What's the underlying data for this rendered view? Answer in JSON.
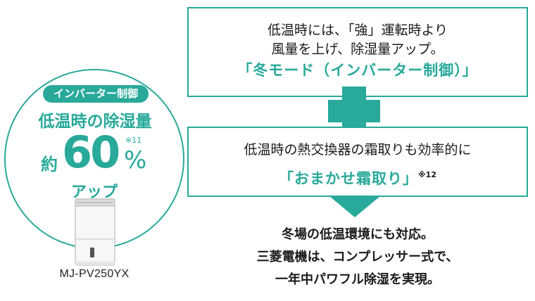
{
  "colors": {
    "accent": "#28a99a",
    "text": "#1a1a1a",
    "background": "#ffffff"
  },
  "badge": {
    "pill_label": "インバーター制御",
    "headline": "低温時の除湿量",
    "prefix": "約",
    "value": "60",
    "note": "※11",
    "unit": "%",
    "suffix": "アップ"
  },
  "product": {
    "model": "MJ-PV250YX"
  },
  "box1": {
    "line1": "低温時には、「強」運転時より",
    "line2": "風量を上げ、除湿量アップ。",
    "feature": "「冬モード（インバーター制御）」"
  },
  "box2": {
    "line1": "低温時の熱交換器の霜取りも効率的に",
    "feature": "「おまかせ霜取り」",
    "note": "※12"
  },
  "summary": {
    "line1": "冬場の低温環境にも対応。",
    "line2": "三菱電機は、コンプレッサー式で、",
    "line3": "一年中パワフル除湿を実現。"
  }
}
